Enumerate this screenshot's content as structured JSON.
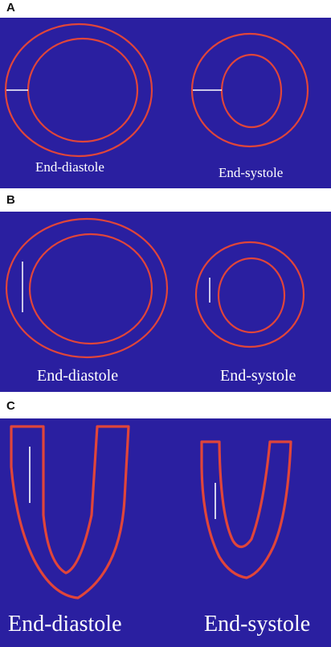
{
  "colors": {
    "background": "#2a1fa0",
    "outline": "#e0453a",
    "marker": "#ffffff"
  },
  "panels": [
    {
      "letter": "A",
      "left_label": "End-diastole",
      "right_label": "End-systole"
    },
    {
      "letter": "B",
      "left_label": "End-diastole",
      "right_label": "End-systole"
    },
    {
      "letter": "C",
      "left_label": "End-diastole",
      "right_label": "End-systole"
    }
  ]
}
